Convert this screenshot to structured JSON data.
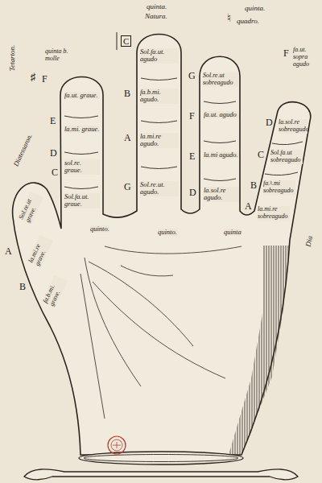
{
  "diagram": {
    "labels": [
      "quinta.",
      "Natura.",
      "quinta.",
      "♮",
      "quadro.",
      "Tetarton.",
      "quinta b. molle",
      "C",
      "♯",
      "F",
      "fa.ut. graue.",
      "Sol.fa.ut. agudo",
      "G",
      "Sol.re.ut sobreagudo",
      "F",
      "fa.ut. sopra agudo",
      "B",
      "fa.b.mi. agudo.",
      "D",
      "la.sol.re sobreagudo",
      "E",
      "la.mi. graue.",
      "F",
      "fa.ut. agudo",
      "A",
      "la.mi.re agudo.",
      "D",
      "sol.re. graue.",
      "C",
      "Sol.fa.ut sobreagudo",
      "E",
      "la.mi agudo.",
      "Diatessaron.",
      "C",
      "B",
      "fa.♮.mi sobreagudo",
      "G",
      "Sol.re.ut. agudo.",
      "D",
      "la.sol.re agudo.",
      "Sol.fa.ut. graue.",
      "Sol.re.ut grave.",
      "A",
      "la.mi.re sobreagudo",
      "quinto.",
      "quinto.",
      "quinta",
      "Dia",
      "A",
      "la.mi.re grave.",
      "B",
      "fa.b.mi. grave."
    ]
  }
}
